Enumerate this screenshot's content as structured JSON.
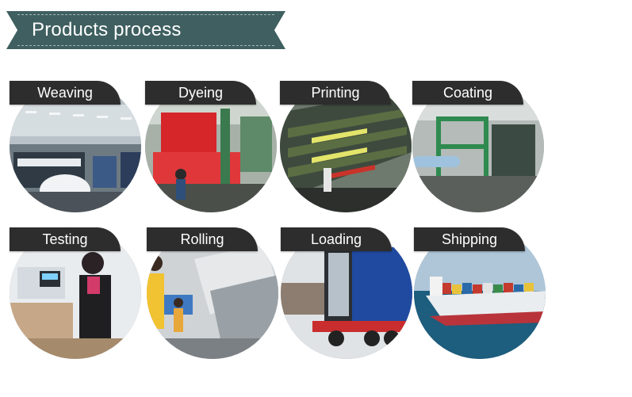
{
  "header": {
    "title": "Products process"
  },
  "steps": [
    {
      "label": "Weaving"
    },
    {
      "label": "Dyeing"
    },
    {
      "label": "Printing"
    },
    {
      "label": "Coating"
    },
    {
      "label": "Testing"
    },
    {
      "label": "Rolling"
    },
    {
      "label": "Loading"
    },
    {
      "label": "Shipping"
    }
  ],
  "colors": {
    "banner": "#3f5f60",
    "tab": "#2d2d2d",
    "dye_red": "#d6262a",
    "container_blue": "#1f4aa0",
    "sea": "#1d5d7d"
  }
}
